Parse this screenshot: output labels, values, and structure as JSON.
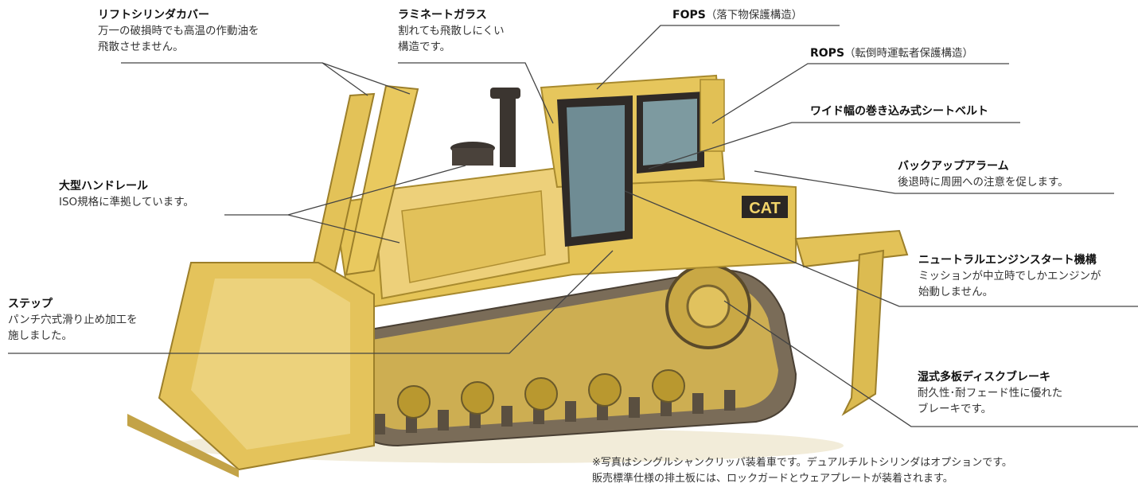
{
  "colors": {
    "body_yellow": "#e8c85a",
    "body_shadow": "#b8952c",
    "cab_glass": "#6f8c94",
    "dark": "#3a3430",
    "track": "#6d6253",
    "line": "#444444"
  },
  "callouts": {
    "lift_cylinder_cover": {
      "title": "リフトシリンダカバー",
      "desc": "万一の破損時でも高温の作動油を\n飛散させません。"
    },
    "laminated_glass": {
      "title": "ラミネートガラス",
      "desc": "割れても飛散しにくい\n構造です。"
    },
    "fops": {
      "title": "FOPS",
      "subtitle": "（落下物保護構造）"
    },
    "rops": {
      "title": "ROPS",
      "subtitle": "（転倒時運転者保護構造）"
    },
    "seatbelt": {
      "title": "ワイド幅の巻き込み式シートベルト"
    },
    "handrail": {
      "title": "大型ハンドレール",
      "desc": "ISO規格に準拠しています。"
    },
    "backup_alarm": {
      "title": "バックアップアラーム",
      "desc": "後退時に周囲への注意を促します。"
    },
    "neutral_start": {
      "title": "ニュートラルエンジンスタート機構",
      "desc": "ミッションが中立時でしかエンジンが\n始動しません。"
    },
    "step": {
      "title": "ステップ",
      "desc": "パンチ穴式滑り止め加工を\n施しました。"
    },
    "wet_brake": {
      "title": "湿式多板ディスクブレーキ",
      "desc": "耐久性･耐フェード性に優れた\nブレーキです。"
    }
  },
  "machine": {
    "brand_decal": "CAT"
  },
  "note": "※写真はシングルシャンクリッパ装着車です。デュアルチルトシリンダはオプションです。\n 販売標準仕様の排土板には、ロックガードとウェアプレートが装着されます。"
}
